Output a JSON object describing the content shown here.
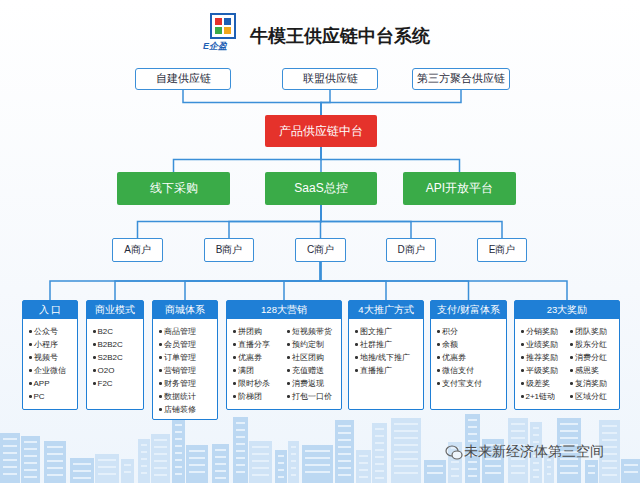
{
  "diagram": {
    "title": "牛模王供应链中台系统",
    "nodes": [
      {
        "text": [
          "自建供应链"
        ]
      },
      {
        "text": [
          "联盟供应链"
        ]
      },
      {
        "text": [
          "第三方聚合供应链"
        ]
      },
      {
        "text": [
          "产品供应链中台"
        ]
      },
      {
        "text": [
          "线下采购"
        ]
      },
      {
        "text": [
          "SaaS总控"
        ]
      },
      {
        "text": [
          "API开放平台"
        ]
      },
      {
        "text": [
          "A商户"
        ]
      },
      {
        "text": [
          "B商户"
        ]
      },
      {
        "text": [
          "C商户"
        ]
      },
      {
        "text": [
          "D商户"
        ]
      },
      {
        "text": [
          "E商户"
        ]
      },
      {
        "text": [
          "入 口",
          "公众号",
          "小程序",
          "视频号",
          "企业微信",
          "APP",
          "PC"
        ]
      },
      {
        "text": [
          "商业模式",
          "B2C",
          "B2B2C",
          "S2B2C",
          "O2O",
          "F2C"
        ]
      },
      {
        "text": [
          "商城体系",
          "商品管理",
          "会员管理",
          "订单管理",
          "营销管理",
          "财务管理",
          "数据统计",
          "店铺装修"
        ]
      },
      {
        "text": [
          "128大营销",
          "拼团购",
          "短视频带货",
          "直播分享",
          "预约定制",
          "优惠券",
          "社区团购",
          "满团",
          "充值赠送",
          "限时秒杀",
          "消费返现",
          "阶梯团",
          "打包一口价"
        ]
      },
      {
        "text": [
          "4大推广方式",
          "图文推广",
          "社群推广",
          "地推/线下推广",
          "直播推广"
        ]
      },
      {
        "text": [
          "支付/财富体系",
          "积分",
          "余额",
          "优惠券",
          "微信支付",
          "支付宝支付"
        ]
      },
      {
        "text": [
          "23大奖励",
          "分销奖励",
          "团队奖励",
          "业绩奖励",
          "股东分红",
          "推荐奖励",
          "消费分红",
          "平级奖励",
          "感恩奖",
          "级差奖",
          "复消奖励",
          "2+1链动",
          "区域分红"
        ]
      }
    ],
    "edges": [
      {
        "from": 0,
        "to": 3,
        "arrow": "none"
      },
      {
        "from": 1,
        "to": 3,
        "arrow": "none"
      },
      {
        "from": 2,
        "to": 3,
        "arrow": "none"
      },
      {
        "from": 3,
        "to": 4,
        "arrow": "none"
      },
      {
        "from": 3,
        "to": 5,
        "arrow": "none"
      },
      {
        "from": 3,
        "to": 6,
        "arrow": "none"
      },
      {
        "from": 5,
        "to": 7,
        "arrow": "none"
      },
      {
        "from": 5,
        "to": 8,
        "arrow": "none"
      },
      {
        "from": 5,
        "to": 9,
        "arrow": "none"
      },
      {
        "from": 5,
        "to": 10,
        "arrow": "none"
      },
      {
        "from": 5,
        "to": 11,
        "arrow": "none"
      },
      {
        "from": 9,
        "to": 12,
        "arrow": "none"
      },
      {
        "from": 9,
        "to": 13,
        "arrow": "none"
      },
      {
        "from": 9,
        "to": 14,
        "arrow": "none"
      },
      {
        "from": 9,
        "to": 15,
        "arrow": "none"
      },
      {
        "from": 9,
        "to": 16,
        "arrow": "none"
      },
      {
        "from": 9,
        "to": 17,
        "arrow": "none"
      },
      {
        "from": 9,
        "to": 18,
        "arrow": "none"
      }
    ],
    "labels": [
      "E企盈",
      "未来新经济体第三空间"
    ]
  }
}
